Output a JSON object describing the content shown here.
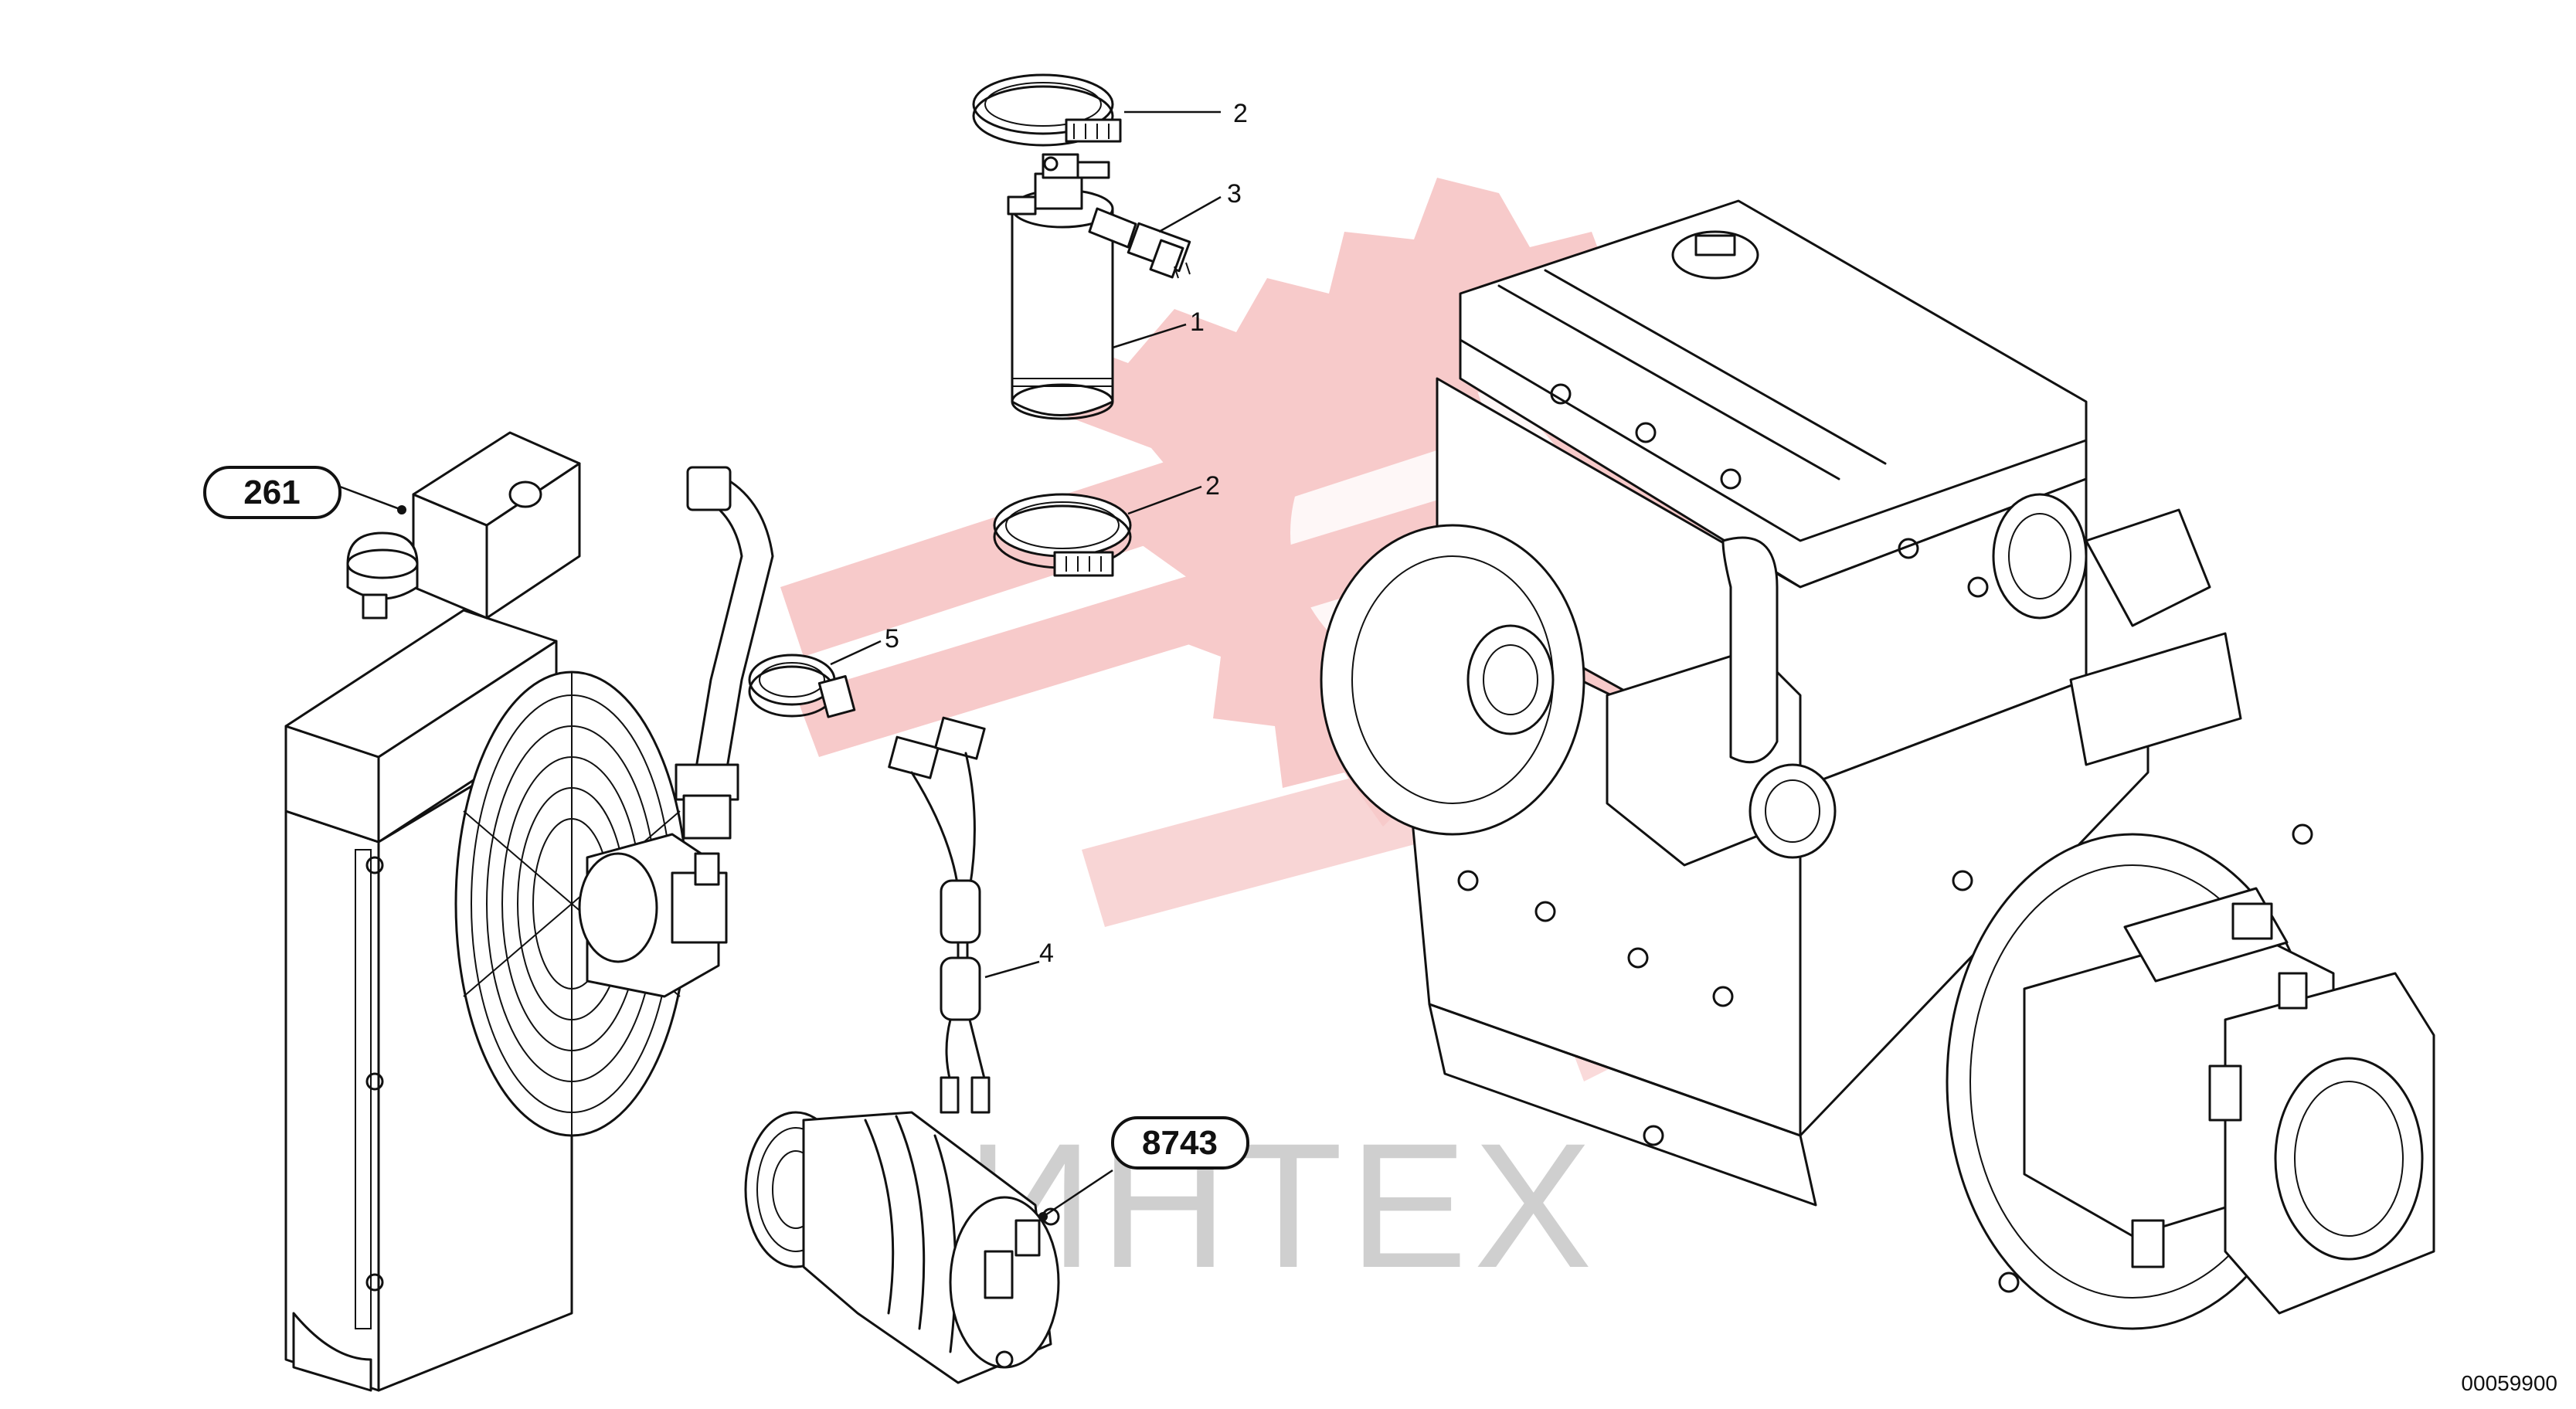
{
  "watermark": {
    "text": "ИНТЕХ",
    "color": "#f4b8b8"
  },
  "callouts": [
    {
      "id": "clamp-top",
      "label": "2"
    },
    {
      "id": "pressure-switch",
      "label": "3"
    },
    {
      "id": "receiver-drier",
      "label": "1"
    },
    {
      "id": "clamp-bottom",
      "label": "2"
    },
    {
      "id": "hose-clamp",
      "label": "5"
    },
    {
      "id": "wire-harness",
      "label": "4"
    }
  ],
  "references": [
    {
      "id": "radiator-group",
      "label": "261"
    },
    {
      "id": "compressor-group",
      "label": "8743"
    }
  ],
  "drawing_code": "00059900"
}
